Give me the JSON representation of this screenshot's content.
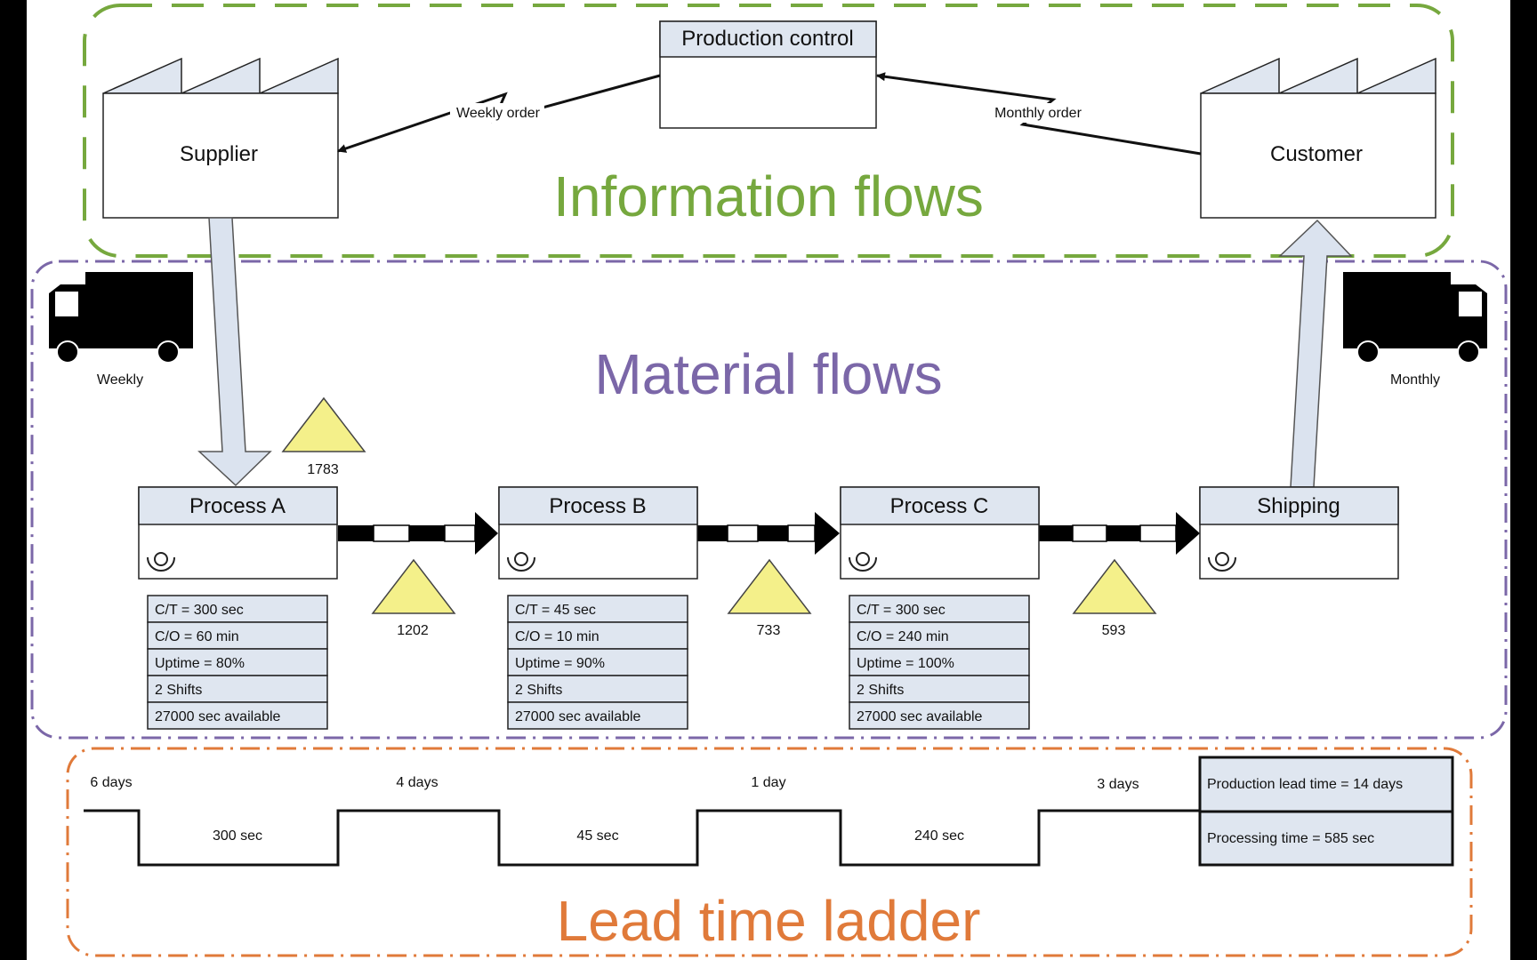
{
  "colors": {
    "information": "#76a83e",
    "material": "#7b67a8",
    "lead_time": "#e07a3a",
    "box_fill": "#dfe6f0",
    "inventory": "#f4f08a",
    "push_arrow": "#dbe3ef"
  },
  "info_section": {
    "title": "Information flows",
    "production_control": "Production control",
    "supplier": "Supplier",
    "customer": "Customer",
    "weekly_order": "Weekly order",
    "monthly_order": "Monthly order"
  },
  "material_section": {
    "title": "Material flows",
    "truck_left_label": "Weekly",
    "truck_right_label": "Monthly",
    "inventories": [
      "1783",
      "1202",
      "733",
      "593"
    ],
    "processes": [
      {
        "name": "Process A",
        "data": [
          "C/T = 300 sec",
          "C/O = 60 min",
          "Uptime = 80%",
          "2 Shifts",
          "27000 sec available"
        ]
      },
      {
        "name": "Process B",
        "data": [
          "C/T = 45 sec",
          "C/O = 10 min",
          "Uptime = 90%",
          "2 Shifts",
          "27000 sec available"
        ]
      },
      {
        "name": "Process C",
        "data": [
          "C/T = 300 sec",
          "C/O = 240 min",
          "Uptime = 100%",
          "2 Shifts",
          "27000 sec available"
        ]
      }
    ],
    "shipping": "Shipping"
  },
  "lead_time_section": {
    "title": "Lead time ladder",
    "days": [
      "6 days",
      "4 days",
      "1 day",
      "3 days"
    ],
    "times": [
      "300 sec",
      "45 sec",
      "240 sec"
    ],
    "production_lead_time": "Production lead time = 14 days",
    "processing_time": "Processing time = 585 sec"
  }
}
